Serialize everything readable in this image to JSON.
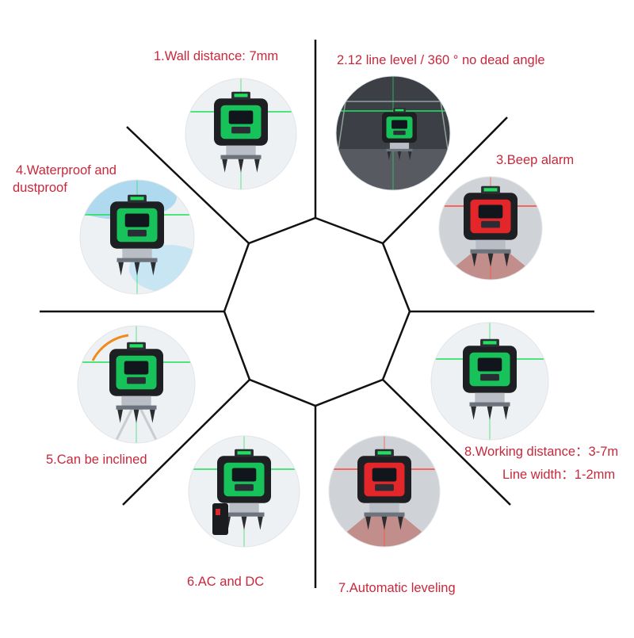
{
  "colors": {
    "label_text": "#c8283c",
    "lines": "#111111",
    "laser_green": "#22e060",
    "body_green": "#17c25a",
    "body_red": "#e3262a",
    "housing_black": "#1e1f22"
  },
  "features": [
    {
      "id": "wall-distance",
      "text": "1.Wall distance: 7mm",
      "variant": "green"
    },
    {
      "id": "line-level",
      "text": "2.12 line level / 360 ° no dead angle",
      "variant": "room"
    },
    {
      "id": "beep-alarm",
      "text": "3.Beep alarm",
      "variant": "red"
    },
    {
      "id": "waterproof",
      "lines": [
        "4.Waterproof and",
        "dustproof"
      ],
      "variant": "green"
    },
    {
      "id": "inclined",
      "text": "5.Can be inclined",
      "variant": "green"
    },
    {
      "id": "ac-dc",
      "text": "6.AC and DC",
      "variant": "battery"
    },
    {
      "id": "auto-leveling",
      "text": "7.Automatic leveling",
      "variant": "red"
    },
    {
      "id": "working-distance",
      "lines": [
        "8.Working distance：3-7m",
        "Line width：1-2mm"
      ],
      "variant": "green"
    }
  ],
  "photo_icons": {
    "wall-distance": "laser-level-icon",
    "line-level": "room-laser-lines-icon",
    "beep-alarm": "red-laser-level-icon",
    "waterproof": "water-splash-laser-level-icon",
    "inclined": "tripod-laser-level-icon",
    "ac-dc": "battery-laser-level-icon",
    "auto-leveling": "red-laser-level-icon",
    "working-distance": "laser-level-icon"
  }
}
